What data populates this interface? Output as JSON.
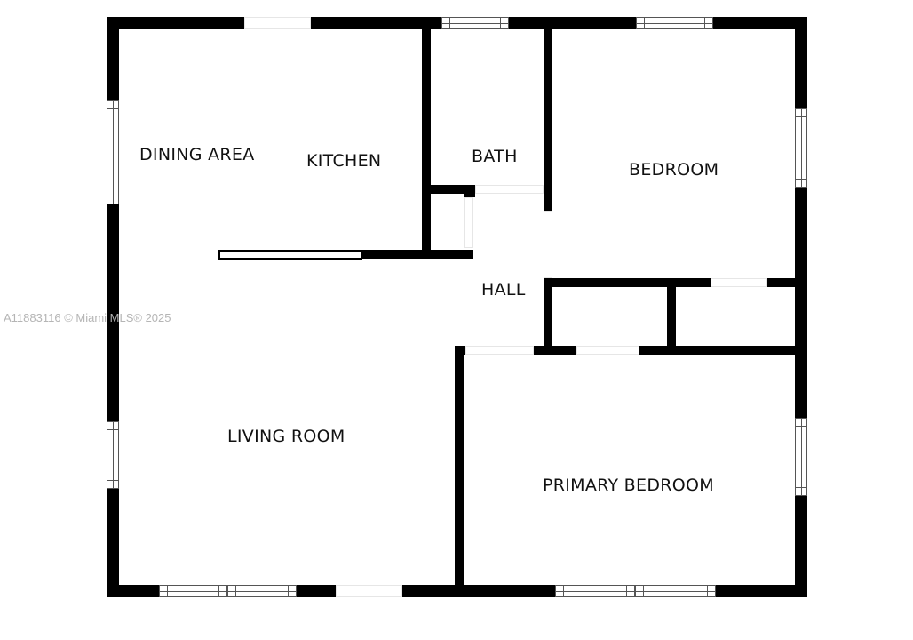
{
  "floor_plan": {
    "rooms": [
      {
        "id": "dining",
        "label": "DINING AREA"
      },
      {
        "id": "kitchen",
        "label": "KITCHEN"
      },
      {
        "id": "bath",
        "label": "BATH"
      },
      {
        "id": "bedroom",
        "label": "BEDROOM"
      },
      {
        "id": "hall",
        "label": "HALL"
      },
      {
        "id": "living",
        "label": "LIVING ROOM"
      },
      {
        "id": "primary",
        "label": "PRIMARY BEDROOM"
      }
    ],
    "colors": {
      "wall": "#000000",
      "background": "#ffffff",
      "watermark": "#b5b5b5"
    }
  },
  "watermark": {
    "text": "A11883116 © Miami MLS® 2025"
  }
}
